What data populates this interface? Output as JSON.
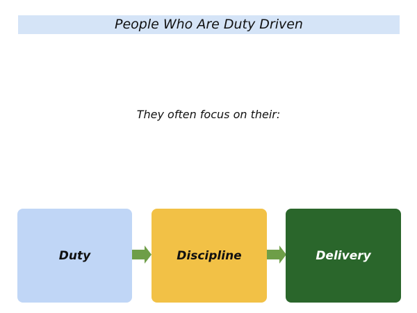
{
  "title": "People Who Are Duty Driven",
  "subtitle": "They often focus on their:",
  "boxes": [
    {
      "label": "Duty",
      "fill": "#c0d6f6",
      "text_color": "#111111"
    },
    {
      "label": "Discipline",
      "fill": "#f2c146",
      "text_color": "#111111"
    },
    {
      "label": "Delivery",
      "fill": "#2a662b",
      "text_color": "#ffffff"
    }
  ],
  "colors": {
    "title_bar": "#d5e4f7",
    "arrow": "#6e9e48"
  }
}
